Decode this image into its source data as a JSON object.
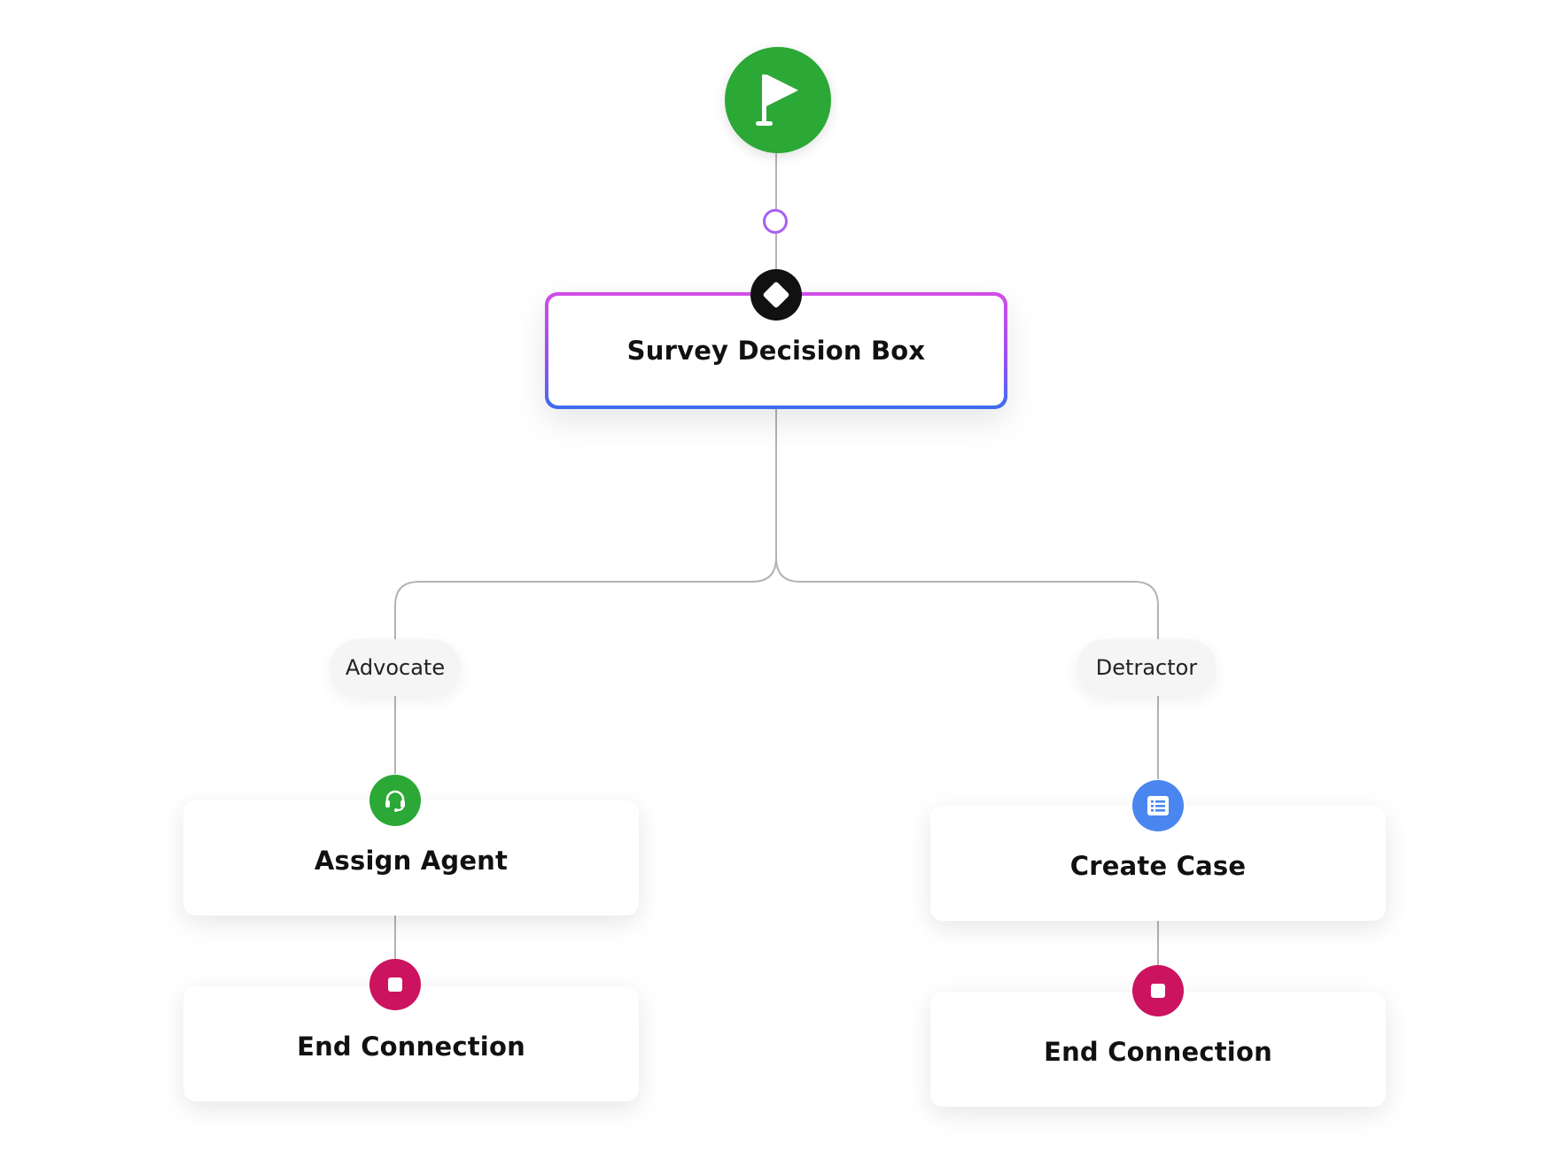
{
  "flow": {
    "start": {
      "icon": "flag-icon",
      "color": "#2ba836"
    },
    "decision": {
      "title": "Survey Decision Box",
      "icon": "diamond-icon",
      "border_gradient": [
        "#3b6df0",
        "#9a4ff0",
        "#d24ee8"
      ]
    },
    "branches": [
      {
        "label": "Advocate",
        "steps": [
          {
            "title": "Assign Agent",
            "icon": "headset-icon",
            "color": "#2ba836"
          },
          {
            "title": "End Connection",
            "icon": "stop-icon",
            "color": "#cc1360"
          }
        ]
      },
      {
        "label": "Detractor",
        "steps": [
          {
            "title": "Create Case",
            "icon": "list-icon",
            "color": "#4a86ef"
          },
          {
            "title": "End Connection",
            "icon": "stop-icon",
            "color": "#cc1360"
          }
        ]
      }
    ]
  }
}
